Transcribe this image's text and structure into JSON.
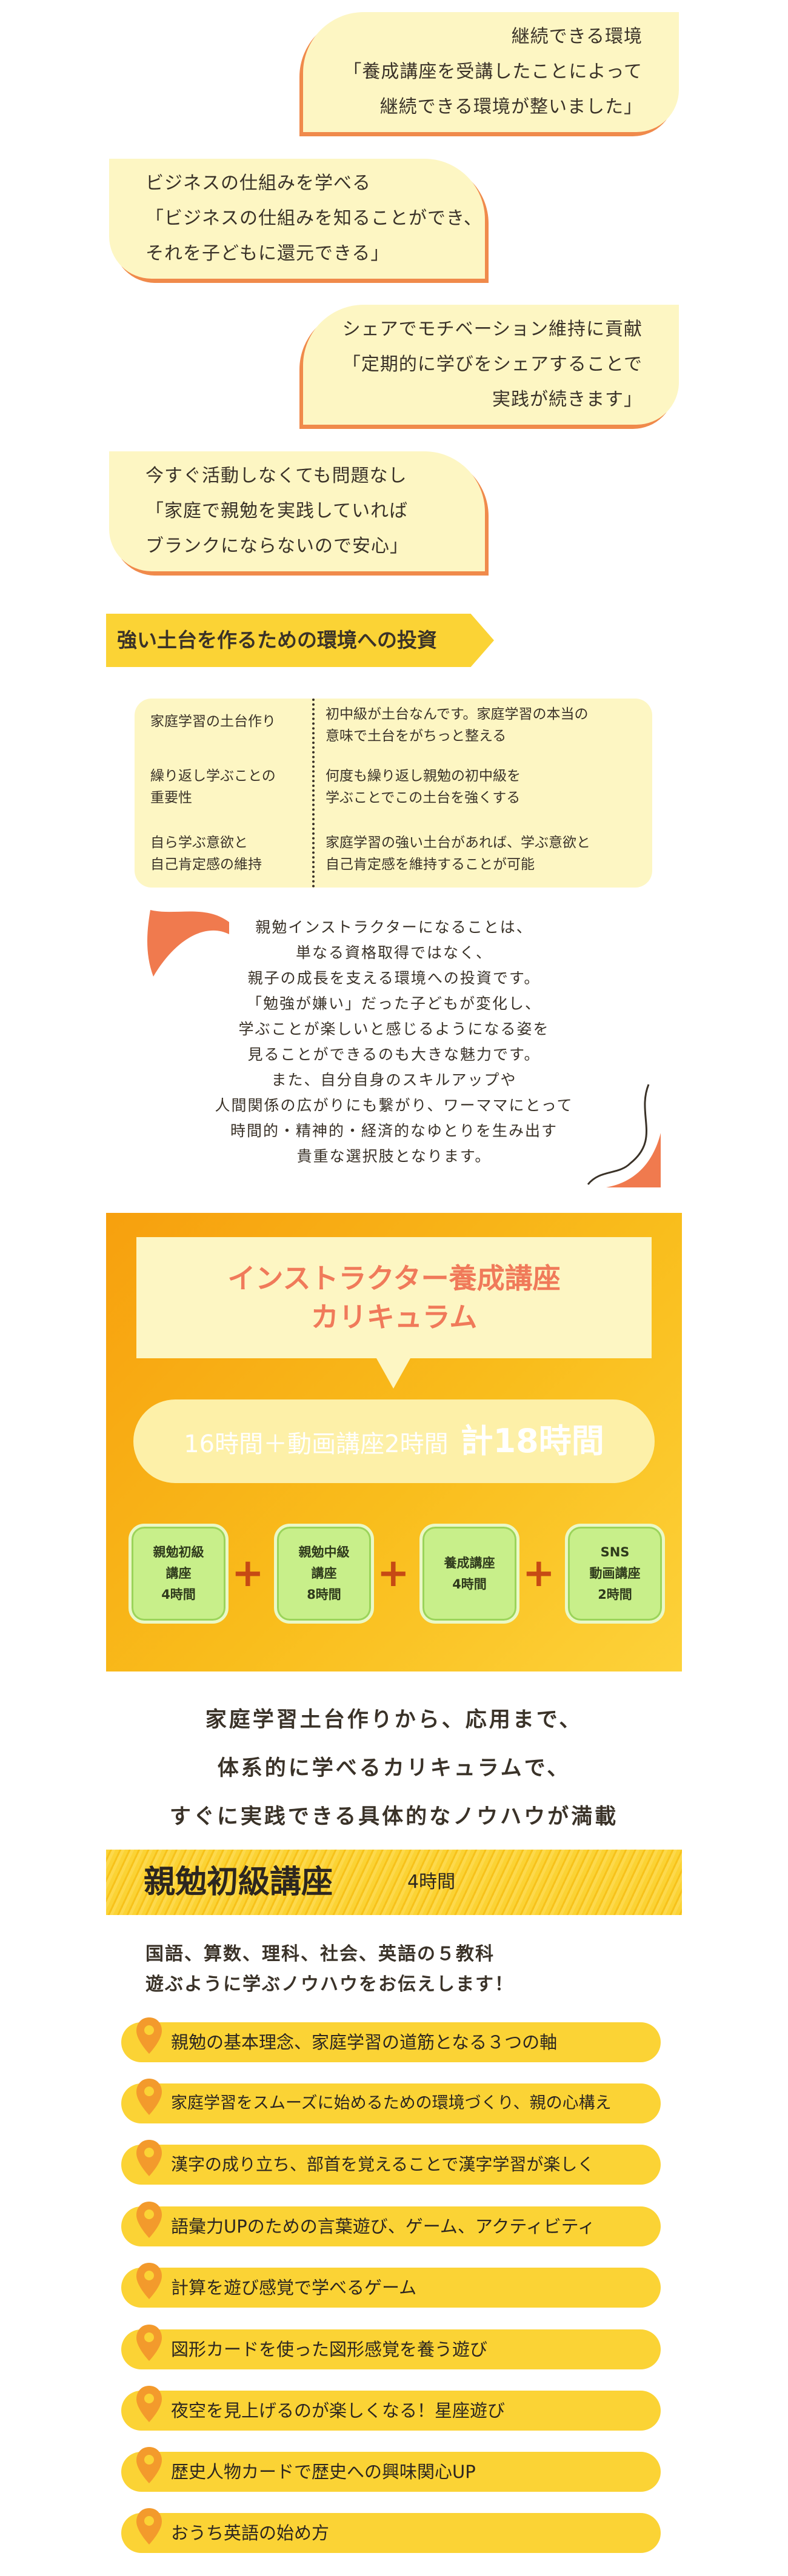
{
  "bubbles": [
    {
      "lines": [
        "継続できる環境",
        "「養成講座を受講したことによって",
        "継続できる環境が整いました」"
      ]
    },
    {
      "lines": [
        "ビジネスの仕組みを学べる",
        "「ビジネスの仕組みを知ることができ、",
        "それを子どもに還元できる」"
      ]
    },
    {
      "lines": [
        "シェアでモチベーション維持に貢献",
        "「定期的に学びをシェアすることで",
        "実践が続きます」"
      ]
    },
    {
      "lines": [
        "今すぐ活動しなくても問題なし",
        "「家庭で親勉を実践していれば",
        "ブランクにならないので安心」"
      ]
    }
  ],
  "investment_banner": "強い土台を作るための環境への投資",
  "investment_table": [
    {
      "left": [
        "家庭学習の土台作り"
      ],
      "right": [
        "初中級が土台なんです。家庭学習の本当の",
        "意味で土台をがちっと整える"
      ]
    },
    {
      "left": [
        "繰り返し学ぶことの",
        "重要性"
      ],
      "right": [
        "何度も繰り返し親勉の初中級を",
        "学ぶことでこの土台を強くする"
      ]
    },
    {
      "left": [
        "自ら学ぶ意欲と",
        "自己肯定感の維持"
      ],
      "right": [
        "家庭学習の強い土台があれば、学ぶ意欲と",
        "自己肯定感を維持することが可能"
      ]
    }
  ],
  "paragraph": [
    "親勉インストラクターになることは、",
    "単なる資格取得ではなく、",
    "親子の成長を支える環境への投資です。",
    "「勉強が嫌い」だった子どもが変化し、",
    "学ぶことが楽しいと感じるようになる姿を",
    "見ることができるのも大きな魅力です。",
    "また、自分自身のスキルアップや",
    "人間関係の広がりにも繋がり、ワーママにとって",
    "時間的・精神的・経済的なゆとりを生み出す",
    "貴重な選択肢となります。"
  ],
  "curriculum": {
    "title_lines": [
      "インストラクター養成講座",
      "カリキュラム"
    ],
    "hours_text": "16時間＋動画講座2時間",
    "total_text": "計18時間",
    "courses": [
      {
        "lines": [
          "親勉初級",
          "講座",
          "4時間"
        ]
      },
      {
        "lines": [
          "親勉中級",
          "講座",
          "8時間"
        ]
      },
      {
        "lines": [
          "養成講座",
          "4時間"
        ]
      },
      {
        "lines": [
          "SNS",
          "動画講座",
          "2時間"
        ]
      }
    ],
    "plus": "+"
  },
  "summary_lines": [
    "家庭学習土台作りから、応用まで、",
    "体系的に学べるカリキュラムで、",
    "すぐに実践できる具体的なノウハウが満載"
  ],
  "beginner": {
    "title": "親勉初級講座",
    "hours": "4時間",
    "intro_lines": [
      "国語、算数、理科、社会、英語の５教科",
      "遊ぶように学ぶノウハウをお伝えします！"
    ],
    "items": [
      "親勉の基本理念、家庭学習の道筋となる３つの軸",
      "家庭学習をスムーズに始めるための環境づくり、親の心構え",
      "漢字の成り立ち、部首を覚えることで漢字学習が楽しく",
      "語彙力UPのための言葉遊び、ゲーム、アクティビティ",
      "計算を遊び感覚で学べるゲーム",
      "図形カードを使った図形感覚を養う遊び",
      "夜空を見上げるのが楽しくなる！星座遊び",
      "歴史人物カードで歴史への興味関心UP",
      "おうち英語の始め方"
    ]
  },
  "colors": {
    "accent_yellow": "#fbd335",
    "cream": "#fdf6c3",
    "orange_shadow": "#f08a4b",
    "title_pink": "#f07a5a",
    "green": "#c8ef8a"
  },
  "icons": {
    "list_marker": "map-pin-icon"
  }
}
